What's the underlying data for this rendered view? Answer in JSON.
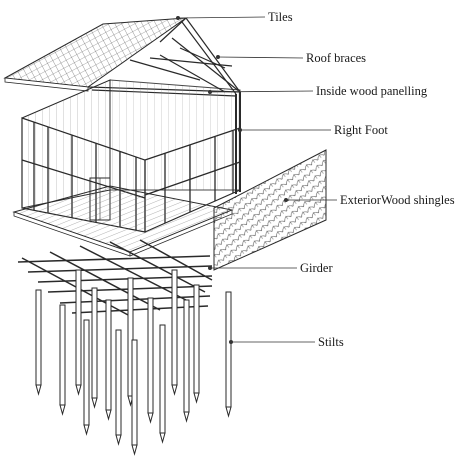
{
  "labels": {
    "tiles": "Tiles",
    "roof_braces": "Roof braces",
    "inside_panelling": "Inside wood panelling",
    "right_foot": "Right Foot",
    "exterior_shingles": "ExteriorWood shingles",
    "girder": "Girder",
    "stilts": "Stilts"
  },
  "colors": {
    "line": "#2a2a2a",
    "pointer": "#333333",
    "background": "#ffffff"
  }
}
